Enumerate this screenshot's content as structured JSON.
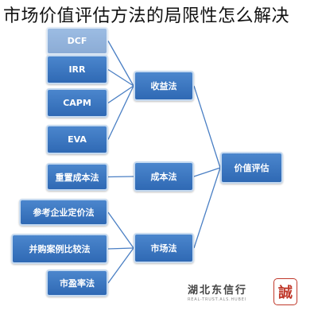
{
  "heading": "市场价值评估方法的局限性怎么解决",
  "diagram": {
    "root": "价值评估",
    "groups": [
      {
        "key": "income",
        "label": "收益法",
        "children": [
          {
            "key": "dcf",
            "label": "DCF"
          },
          {
            "key": "irr",
            "label": "IRR"
          },
          {
            "key": "capm",
            "label": "CAPM"
          },
          {
            "key": "eva",
            "label": "EVA"
          }
        ]
      },
      {
        "key": "cost",
        "label": "成本法",
        "children": [
          {
            "key": "replacement-cost",
            "label": "重置成本法"
          }
        ]
      },
      {
        "key": "market",
        "label": "市场法",
        "children": [
          {
            "key": "reference-company",
            "label": "参考企业定价法"
          },
          {
            "key": "ma-case",
            "label": "并购案例比较法"
          },
          {
            "key": "pe",
            "label": "市盈率法"
          }
        ]
      }
    ]
  },
  "watermark": {
    "text": "湖北东信行",
    "subtext": "REAL-TRUST.ALS.HUBEI",
    "seal": "誠"
  },
  "colors": {
    "node_fill": "#3a75c0",
    "node_border": "#c6daf0",
    "edge": "#4a7fc4",
    "seal": "#c0392b"
  }
}
